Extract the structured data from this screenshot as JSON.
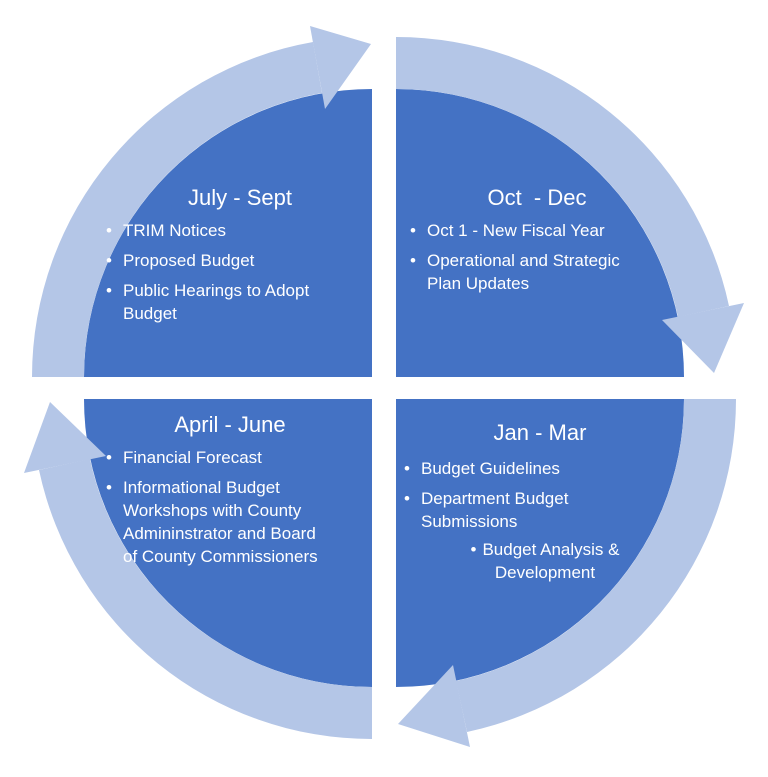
{
  "diagram": {
    "bullet_glyph": "•",
    "colors": {
      "quadrant_fill": "#4472C4",
      "arrow_band_fill": "#B4C6E7",
      "text_color": "#FFFFFF"
    },
    "quadrants": [
      {
        "position": "top-left",
        "title": "July - Sept",
        "bullets": [
          "TRIM Notices",
          "Proposed Budget",
          "Public Hearings to Adopt Budget"
        ]
      },
      {
        "position": "top-right",
        "title": "Oct  - Dec",
        "bullets": [
          "Oct 1 - New Fiscal Year",
          "Operational and Strategic Plan Updates"
        ]
      },
      {
        "position": "bottom-right",
        "title": "Jan - Mar",
        "bullets": [
          "Budget Guidelines",
          "Department Budget Submissions",
          "Budget Analysis & Development"
        ]
      },
      {
        "position": "bottom-left",
        "title": "April - June",
        "bullets": [
          "Financial Forecast",
          "Informational Budget Workshops with County Admininstrator and Board of County Commissioners"
        ]
      }
    ]
  }
}
